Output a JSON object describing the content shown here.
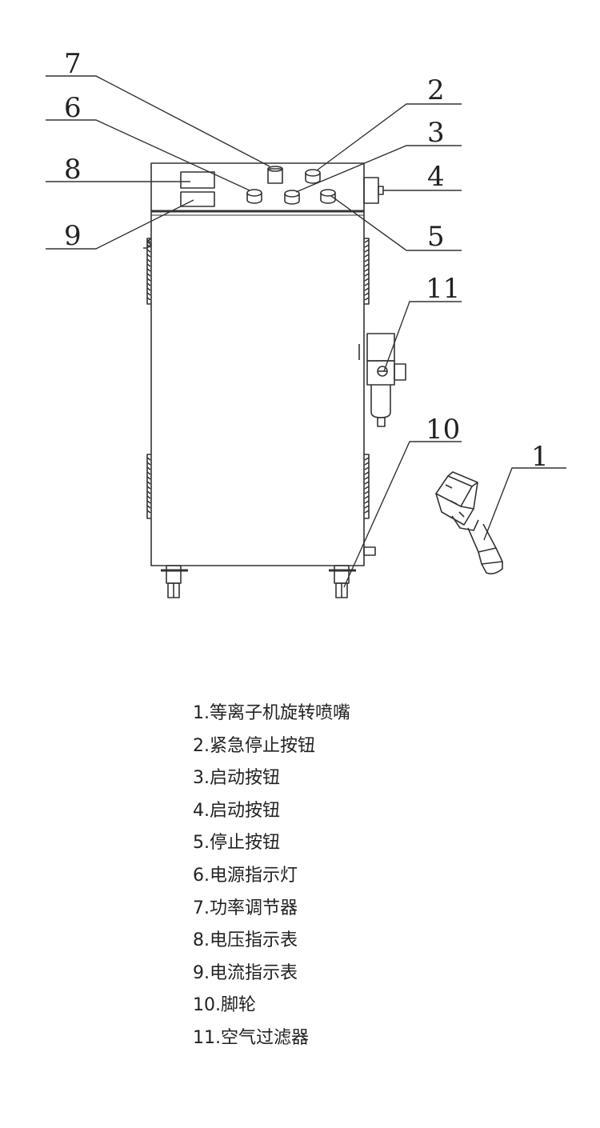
{
  "callouts": [
    "7",
    "6",
    "8",
    "9",
    "2",
    "3",
    "4",
    "5",
    "11",
    "10",
    "1"
  ],
  "legend": [
    {
      "num": "1.",
      "text": "等离子机旋转喷嘴"
    },
    {
      "num": "2.",
      "text": "紧急停止按钮"
    },
    {
      "num": "3.",
      "text": "启动按钮"
    },
    {
      "num": "4.",
      "text": "启动按钮"
    },
    {
      "num": "5.",
      "text": "停止按钮"
    },
    {
      "num": "6.",
      "text": "电源指示灯"
    },
    {
      "num": "7.",
      "text": "功率调节器"
    },
    {
      "num": "8.",
      "text": "电压指示表"
    },
    {
      "num": "9.",
      "text": "电流指示表"
    },
    {
      "num": "10.",
      "text": "脚轮"
    },
    {
      "num": "11.",
      "text": "空气过滤器"
    }
  ]
}
